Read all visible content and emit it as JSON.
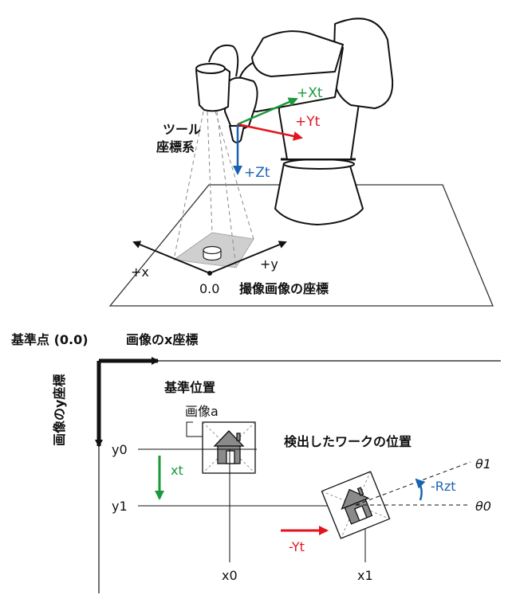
{
  "colors": {
    "green": "#1a9a3a",
    "red": "#e3151f",
    "blue": "#1a63b4",
    "black": "#111111",
    "gray_plate": "#cfcfcf"
  },
  "top": {
    "tool_label_line1": "ツール",
    "tool_label_line2": "座標系",
    "axis_xt": "+Xt",
    "axis_yt": "+Yt",
    "axis_zt": "+Zt",
    "cam_x": "+x",
    "cam_y": "+y",
    "origin": "0.0",
    "cam_coord_label": "撮像画像の座標"
  },
  "bottom": {
    "ref_point": "基準点 (0.0)",
    "img_x_label": "画像のx座標",
    "img_y_label": "画像のy座標",
    "ref_position": "基準位置",
    "image_a": "画像a",
    "detected_label": "検出したワークの位置",
    "y0": "y0",
    "y1": "y1",
    "x0": "x0",
    "x1": "x1",
    "xt": "xt",
    "neg_yt": "-Yt",
    "neg_rzt": "-Rzt",
    "theta1": "θ1",
    "theta0": "θ0"
  }
}
